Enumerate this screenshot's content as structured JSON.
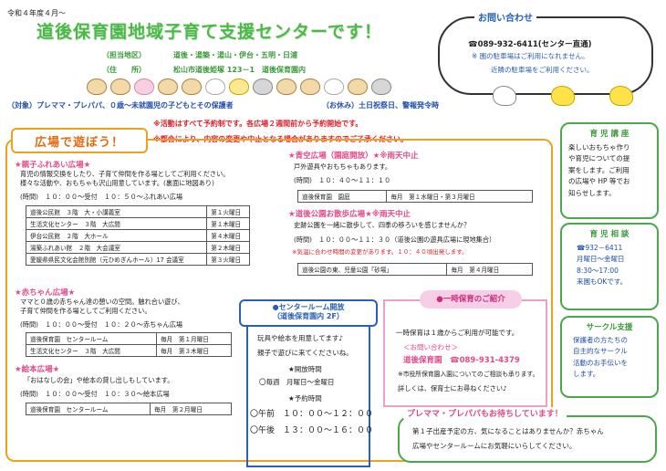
{
  "header": {
    "reiwa": "令和４年度４月～",
    "title": "道後保育園地域子育て支援センターです！",
    "area_label": "（担当地区）",
    "area_value": "道後・湯築・湯山・伊台・五明・日浦",
    "address_label": "（住　　所）",
    "address_value": "松山市道後姫塚 123－1　道後保育園内",
    "target": "（対象）プレママ・プレパパ、０歳～未就園児の子どもとその保護者",
    "holiday": "（お休み）土日祝祭日、警報発令時"
  },
  "contact": {
    "title": "お問い合わせ",
    "tel": "☎089-932-6411(センター直通)",
    "note1": "※ 園の駐車場はご利用になれません。",
    "note2": "近隣の駐車場をご利用ください。"
  },
  "notices": {
    "n1": "※活動はすべて予約制です。各広場２週間前から予約開始です。",
    "n2": "※都合により、内容の変更や中止となる場合がありますのでご了承ください。"
  },
  "hiroba": {
    "tab": "広場で遊ぼう！",
    "oyako": {
      "title": "★親子ふれあい広場★",
      "desc1": "育児の情報交換をしたり、子育て仲間を作る場としてご利用ください。",
      "desc2": "様々な活動や、おもちゃも沢山用意しています。(裏面に地図あり)",
      "time": "(時間)　１０：００～受付　１０：５０～ふれあい広場",
      "rows": [
        [
          "道後公民館　３階　大・小講義室",
          "第１火曜日"
        ],
        [
          "生活文化センター　３階　大広間",
          "第１木曜日"
        ],
        [
          "伊台公民館　２階　大ホール",
          "第４木曜日"
        ],
        [
          "湯築ふれあい館　２階　大会議室",
          "第２木曜日"
        ],
        [
          "愛媛県県民文化会館別館（元ひめぎんホール）17 会議室",
          "第３火曜日"
        ]
      ]
    },
    "akachan": {
      "title": "★赤ちゃん広場★",
      "desc1": "ママと０歳の赤ちゃん達の憩いの空間。触れ合い遊び、",
      "desc2": "子育て仲間を作る場としてご利用ください。",
      "time": "(時間)　１０：００～受付　１０：２０～赤ちゃん広場",
      "rows": [
        [
          "道後保育園　センタールーム",
          "毎月　第１月曜日"
        ],
        [
          "生活文化センター　３階　大広間",
          "毎月　第３木曜日"
        ]
      ]
    },
    "ehon": {
      "title": "★絵本広場★",
      "desc": "「おはなしの会」や絵本の貸し出しもしています。",
      "time": "(時間)　１０：００～受付　１０：３０～絵本広場",
      "rows": [
        [
          "道後保育園　センタールーム",
          "毎月　第２月曜日"
        ]
      ]
    },
    "aozora": {
      "title": "★青空広場（園庭開放）★※雨天中止",
      "desc": "戸外遊具やおもちゃもあります。",
      "time": "(時間)　１０：４０～１１：１０",
      "rows": [
        [
          "道後保育園　園庭",
          "毎月　第１水曜日・第３月曜日"
        ]
      ]
    },
    "sanpo": {
      "title": "★道後公園お散歩広場★※雨天中止",
      "desc": "史跡公園を一緒に散歩して、四季の移ろいを感じませんか？",
      "time": "(時間)　１０：００～１１：３０（道後公園の遊具広場に現地集合）",
      "note": "※気温に合わせ時間の変更があります。１０：４０頃出発します。",
      "rows": [
        [
          "道後公園の東、児童公園「砂場」",
          "毎月　第４月曜日"
        ]
      ]
    }
  },
  "center_room": {
    "title1": "●センタールーム開放",
    "title2": "（道後保育園内 2F）",
    "l1": "玩具や絵本を用意してます♪",
    "l2": "親子で遊びに来てくださいね。",
    "l3": "★開放時間",
    "l4": "〇毎週　月曜日～金曜日",
    "l5": "★予約時間",
    "l6": "〇午前　１０：００～１２：００",
    "l7": "〇午後　１３：００～１６：００"
  },
  "ichiji": {
    "title": "●一時保育のご紹介",
    "l1": "一時保育は１歳からご利用が可能です。",
    "l2": "＜お問い合わせ＞",
    "l3": "道後保育園　☎089-931-4379",
    "l4": "※市役所保育園入園についてのご相談も承ります。",
    "l5": "詳しくは、保育士にお尋ねください♪"
  },
  "side": {
    "ikuji": {
      "title": "育 児 講 座",
      "lines": [
        "楽しいおもちゃ作り",
        "や育児についての提",
        "案をします。ご利用",
        "の広場や HP 等でお",
        "知らせします。"
      ]
    },
    "soudan": {
      "title": "育 児 相 談",
      "lines": [
        "☎932－6411",
        "月曜日～金曜日",
        "8:30～17:00",
        "来園もOKです。"
      ]
    },
    "circle": {
      "title": "サークル支援",
      "lines": [
        "保護者の方たちの",
        "自主的なサークル",
        "活動のお手伝いを",
        "します。"
      ]
    }
  },
  "pure": {
    "title": "プレママ・プレパパもお待ちしています！",
    "l1": "第１子出産予定の方、気になることはありませんか？赤ちゃん",
    "l2": "広場やセンタールームにお気軽にいらしてください。"
  }
}
